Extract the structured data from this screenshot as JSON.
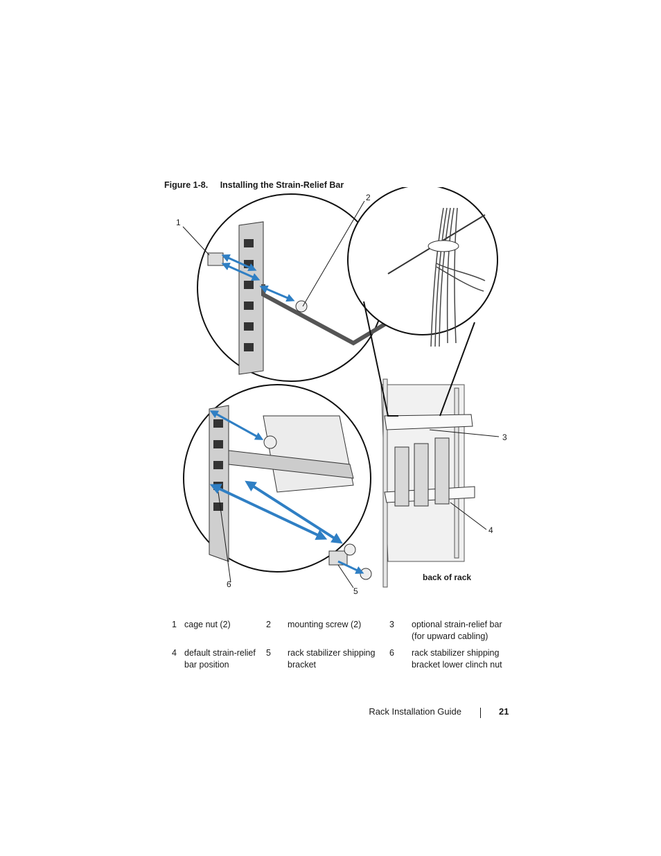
{
  "figure": {
    "number": "Figure 1-8.",
    "title": "Installing the Strain-Relief Bar",
    "callouts": [
      "1",
      "2",
      "3",
      "4",
      "5",
      "6"
    ],
    "back_label": "back of rack"
  },
  "legend": [
    [
      {
        "num": "1",
        "text": "cage nut (2)"
      },
      {
        "num": "2",
        "text": "mounting screw (2)"
      },
      {
        "num": "3",
        "text": "optional strain-relief bar (for upward cabling)"
      }
    ],
    [
      {
        "num": "4",
        "text": "default strain-relief bar position"
      },
      {
        "num": "5",
        "text": "rack stabilizer shipping bracket"
      },
      {
        "num": "6",
        "text": "rack stabilizer shipping bracket lower clinch nut"
      }
    ]
  ],
  "footer": {
    "title": "Rack Installation Guide",
    "page": "21"
  },
  "colors": {
    "arrow_blue": "#2f7fc4",
    "line_gray": "#3a3a3a"
  }
}
